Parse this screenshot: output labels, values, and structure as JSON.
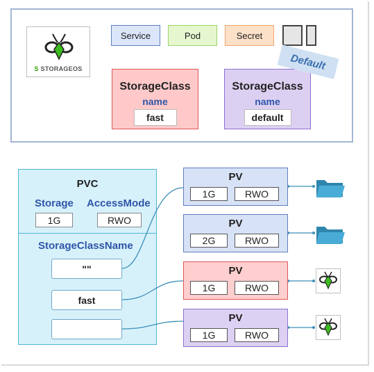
{
  "legend": {
    "logo_text_s": "S",
    "logo_text": "STORAGEOS",
    "tags": {
      "service": "Service",
      "pod": "Pod",
      "secret": "Secret"
    },
    "default_badge": "Default",
    "storage_classes": [
      {
        "title": "StorageClass",
        "name_label": "name",
        "value": "fast",
        "color": "#ffc9c9"
      },
      {
        "title": "StorageClass",
        "name_label": "name",
        "value": "default",
        "color": "#dcd0f2"
      }
    ]
  },
  "pvc": {
    "title": "PVC",
    "storage_label": "Storage",
    "access_mode_label": "AccessMode",
    "storage_value": "1G",
    "access_mode_value": "RWO",
    "storage_class_name_label": "StorageClassName",
    "class_rows": [
      "\"\"",
      "fast",
      ""
    ]
  },
  "pvs": [
    {
      "title": "PV",
      "capacity": "1G",
      "mode": "RWO",
      "color": "blue",
      "backend": "folder-icon"
    },
    {
      "title": "PV",
      "capacity": "2G",
      "mode": "RWO",
      "color": "blue",
      "backend": "folder-icon"
    },
    {
      "title": "PV",
      "capacity": "1G",
      "mode": "RWO",
      "color": "red",
      "backend": "storageos-icon"
    },
    {
      "title": "PV",
      "capacity": "1G",
      "mode": "RWO",
      "color": "purple",
      "backend": "storageos-icon"
    }
  ],
  "colors": {
    "folder": "#3c9dc5",
    "storageos_green": "#3dbb1e",
    "connector": "#3b8fb8"
  }
}
